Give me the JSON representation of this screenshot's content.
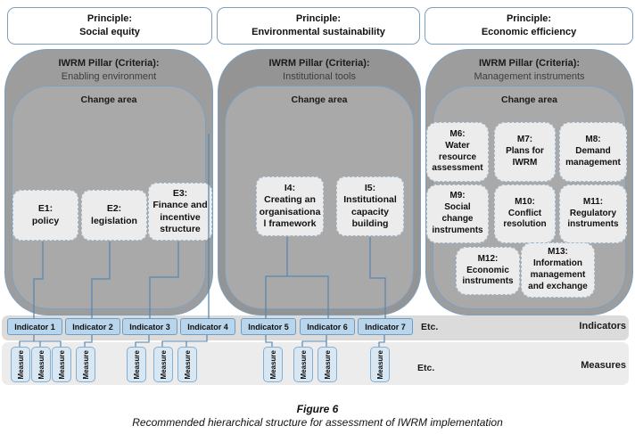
{
  "figure": {
    "caption_title": "Figure 6",
    "caption_text": "Recommended hierarchical structure for assessment of IWRM implementation"
  },
  "colors": {
    "pillar_fill": "#9d9d9d",
    "change_area_fill": "#a9a9a9",
    "border_blue": "#7da0c0",
    "indicator_fill": "#b9d5eb",
    "measure_fill": "#d9e7f3",
    "connector": "#5b87ad"
  },
  "columns": [
    {
      "principle": "Principle:\nSocial equity",
      "pillar_title": "IWRM Pillar (Criteria):",
      "pillar_subtitle": "Enabling environment",
      "change_area_label": "Change area",
      "boxes": [
        {
          "id": "E1",
          "label": "E1:\npolicy"
        },
        {
          "id": "E2",
          "label": "E2:\nlegislation"
        },
        {
          "id": "E3",
          "label": "E3:\nFinance and\nincentive\nstructure"
        }
      ]
    },
    {
      "principle": "Principle:\nEnvironmental sustainability",
      "pillar_title": "IWRM Pillar (Criteria):",
      "pillar_subtitle": "Institutional tools",
      "change_area_label": "Change area",
      "boxes": [
        {
          "id": "I4",
          "label": "I4:\nCreating an\norganisationa\nl framework"
        },
        {
          "id": "I5",
          "label": "I5:\nInstitutional\ncapacity\nbuilding"
        }
      ]
    },
    {
      "principle": "Principle:\nEconomic efficiency",
      "pillar_title": "IWRM Pillar (Criteria):",
      "pillar_subtitle": "Management instruments",
      "change_area_label": "Change area",
      "boxes": [
        {
          "id": "M6",
          "label": "M6:\nWater\nresource\nassessment"
        },
        {
          "id": "M7",
          "label": "M7:\nPlans for\nIWRM"
        },
        {
          "id": "M8",
          "label": "M8:\nDemand\nmanagement"
        },
        {
          "id": "M9",
          "label": "M9:\nSocial\nchange\ninstruments"
        },
        {
          "id": "M10",
          "label": "M10:\nConflict\nresolution"
        },
        {
          "id": "M11",
          "label": "M11:\nRegulatory\ninstruments"
        },
        {
          "id": "M12",
          "label": "M12:\nEconomic\ninstruments"
        },
        {
          "id": "M13",
          "label": "M13:\nInformation\nmanagement\nand exchange"
        }
      ]
    }
  ],
  "indicators": {
    "items": [
      {
        "label": "Indicator 1"
      },
      {
        "label": "Indicator 2"
      },
      {
        "label": "Indicator 3"
      },
      {
        "label": "Indicator 4"
      },
      {
        "label": "Indicator 5"
      },
      {
        "label": "Indicator 6"
      },
      {
        "label": "Indicator 7"
      }
    ],
    "etc": "Etc.",
    "row_label": "Indicators"
  },
  "measures": {
    "box_label": "Measure",
    "count": 11,
    "etc": "Etc.",
    "row_label": "Measures"
  }
}
